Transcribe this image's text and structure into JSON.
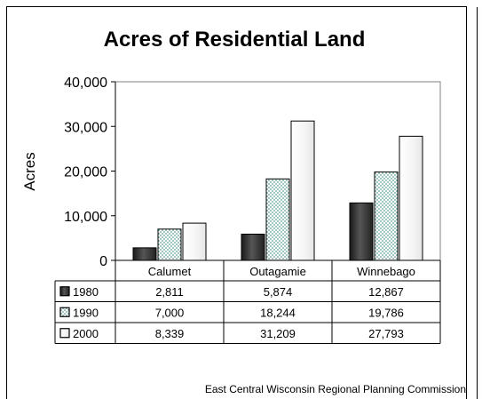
{
  "chart_data": {
    "type": "bar",
    "title": "Acres of Residential Land",
    "ylabel": "Acres",
    "xlabel": "",
    "categories": [
      "Calumet",
      "Outagamie",
      "Winnebago"
    ],
    "ylim": [
      0,
      40000
    ],
    "yticks": [
      0,
      10000,
      20000,
      30000,
      40000
    ],
    "ytick_labels": [
      "0",
      "10,000",
      "20,000",
      "30,000",
      "40,000"
    ],
    "grid": false,
    "legend": "data-table",
    "series": [
      {
        "name": "1980",
        "values": [
          2811,
          5874,
          12867
        ],
        "labels": [
          "2,811",
          "5,874",
          "12,867"
        ],
        "color": "#333333",
        "pattern": "solid-dark"
      },
      {
        "name": "1990",
        "values": [
          7000,
          18244,
          19786
        ],
        "labels": [
          "7,000",
          "18,244",
          "19,786"
        ],
        "color": "#6aa8a0",
        "pattern": "dotted-teal"
      },
      {
        "name": "2000",
        "values": [
          8339,
          31209,
          27793
        ],
        "labels": [
          "8,339",
          "31,209",
          "27,793"
        ],
        "color": "#ffffff",
        "pattern": "white"
      }
    ],
    "source": "East Central Wisconsin Regional Planning Commission"
  }
}
